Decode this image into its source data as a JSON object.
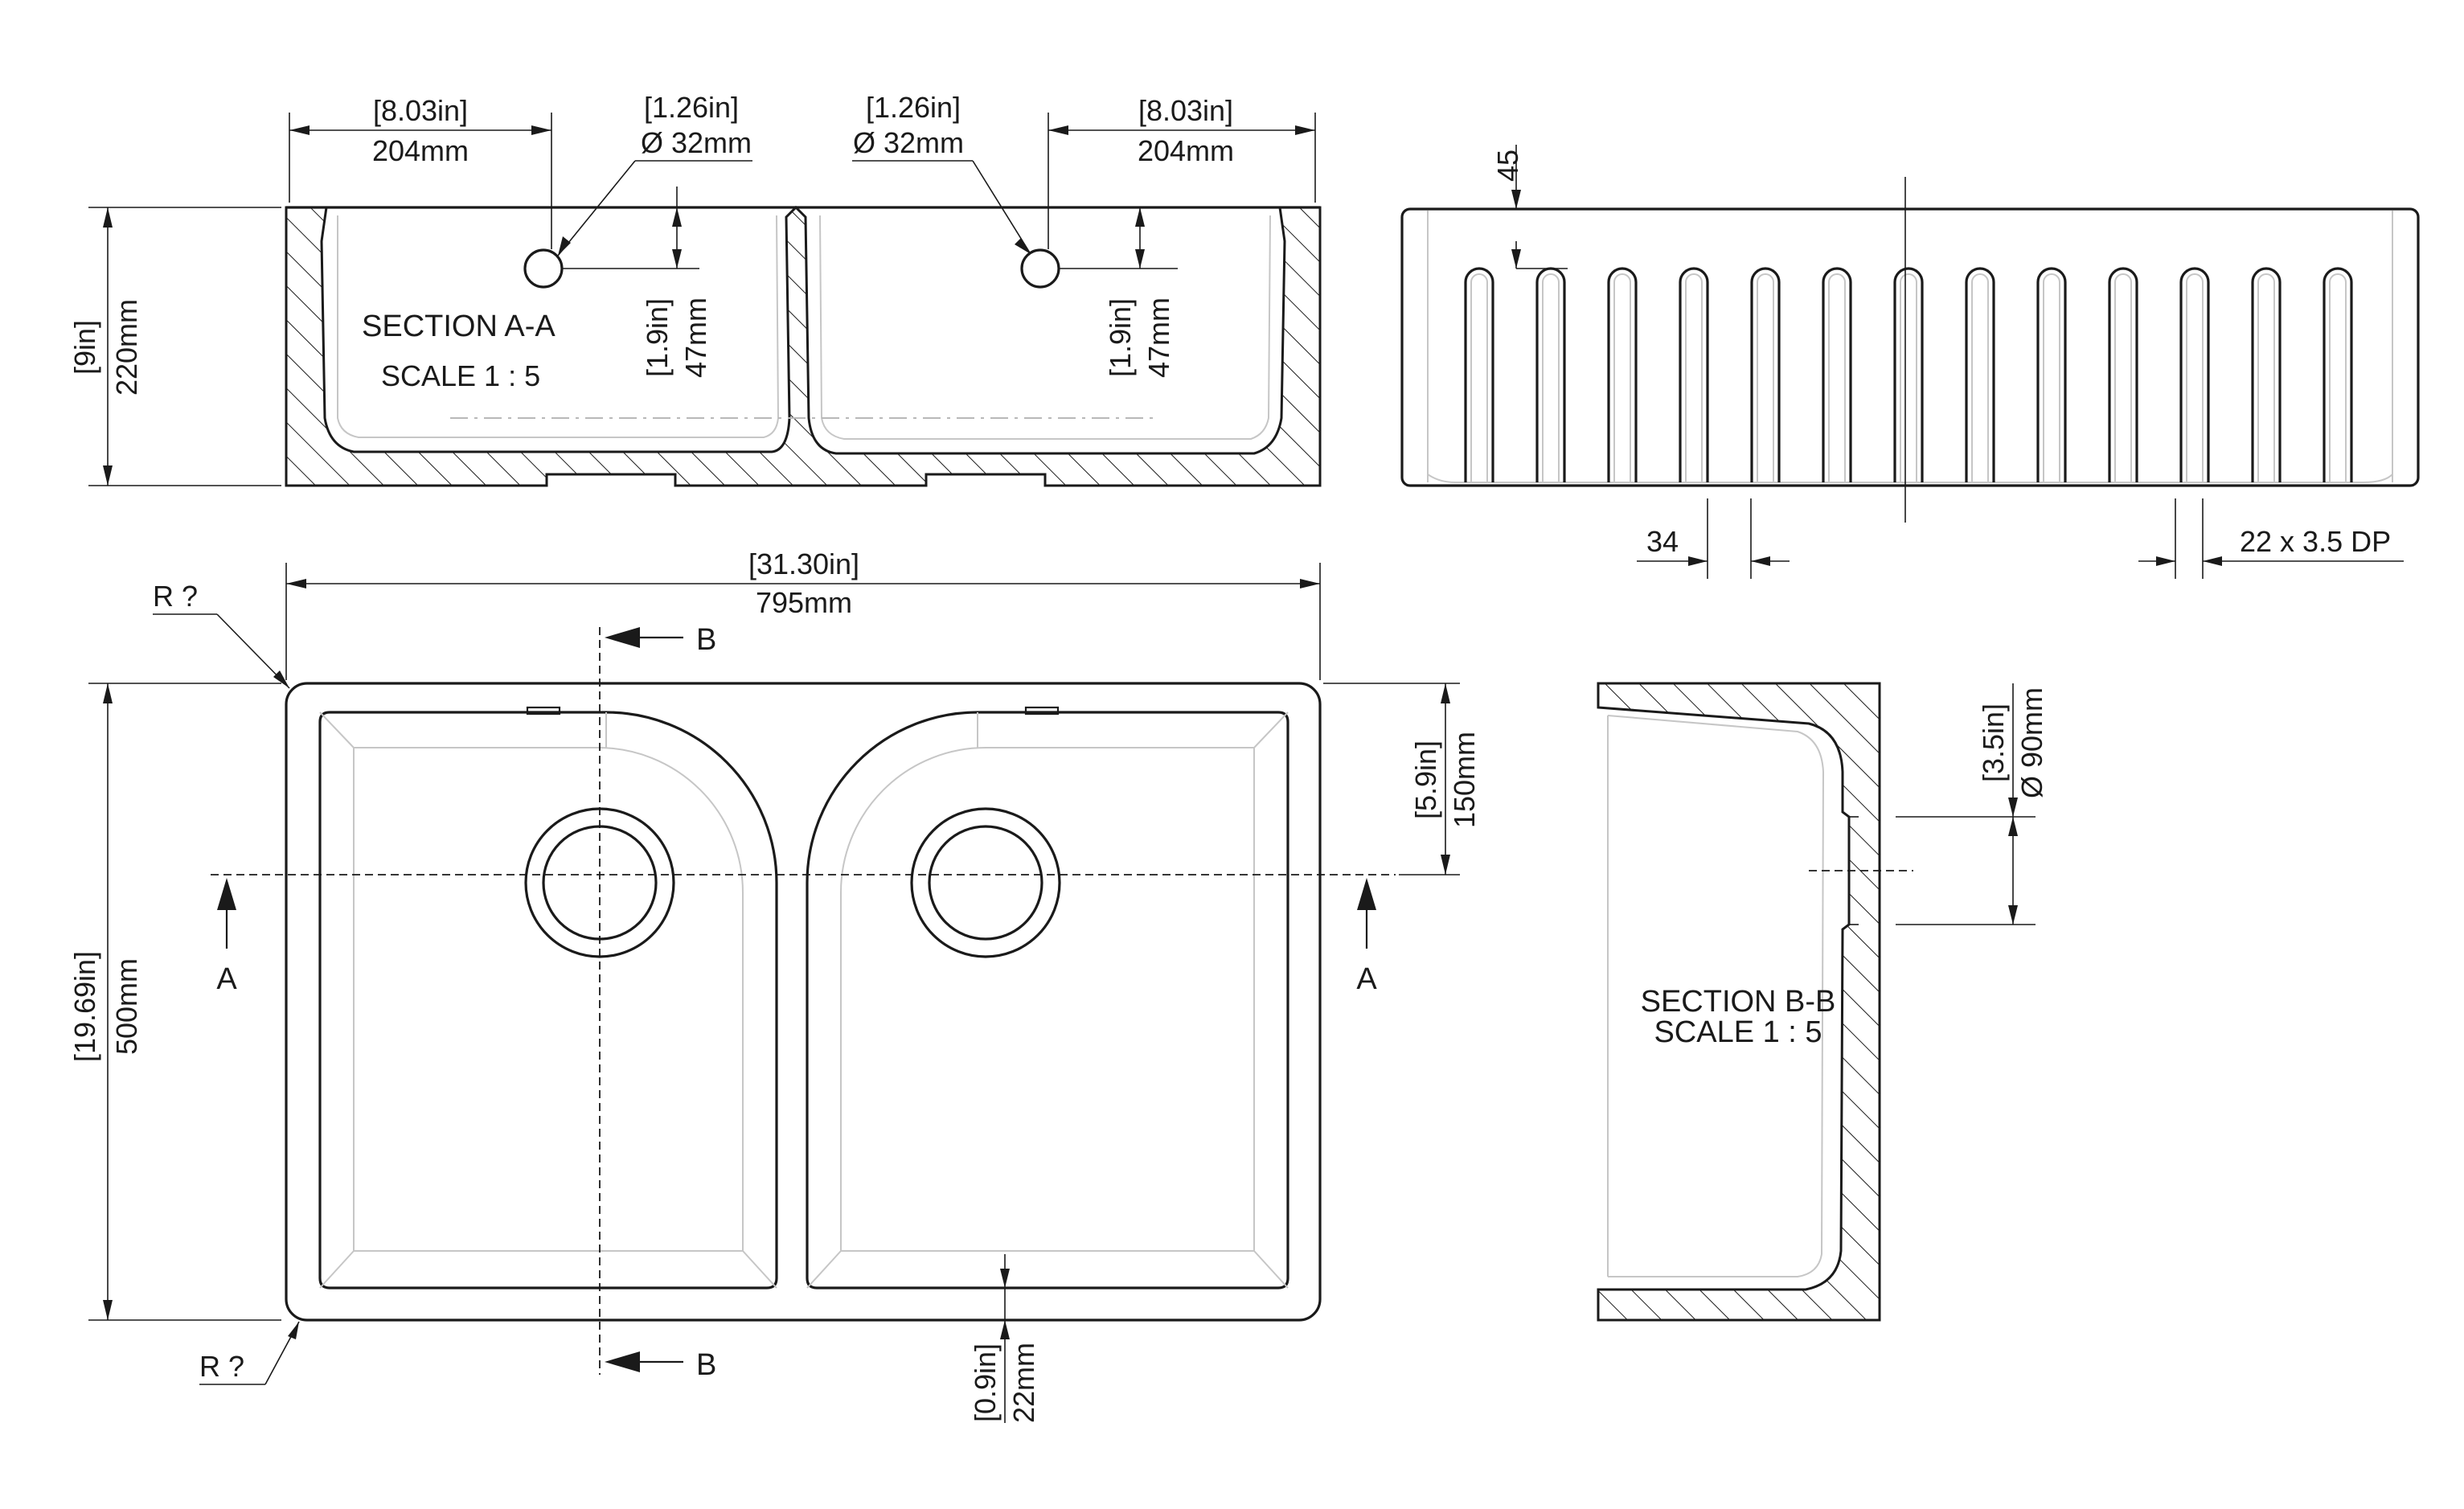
{
  "plan_view": {
    "overall_width": {
      "imperial": "[31.30in]",
      "metric": "795mm"
    },
    "overall_depth": {
      "imperial": "[19.69in]",
      "metric": "500mm"
    },
    "drain_offset": {
      "imperial": "[5.9in]",
      "metric": "150mm"
    },
    "bottom_wall": {
      "imperial": "[0.9in]",
      "metric": "22mm"
    },
    "corner_radius_top": "R ?",
    "corner_radius_bottom": "R ?",
    "section_a_marker": "A",
    "section_b_marker": "B"
  },
  "section_a": {
    "title": "SECTION A-A",
    "scale": "SCALE 1 : 5",
    "left_offset": {
      "imperial": "[8.03in]",
      "metric": "204mm"
    },
    "right_offset": {
      "imperial": "[8.03in]",
      "metric": "204mm"
    },
    "left_hole": {
      "imperial": "[1.26in]",
      "metric": "Ø 32mm"
    },
    "right_hole": {
      "imperial": "[1.26in]",
      "metric": "Ø 32mm"
    },
    "height": {
      "imperial": "[9in]",
      "metric": "220mm"
    },
    "left_hole_depth": {
      "imperial": "[1.9in]",
      "metric": "47mm"
    },
    "right_hole_depth": {
      "imperial": "[1.9in]",
      "metric": "47mm"
    }
  },
  "front_view": {
    "groove_top": "45",
    "groove_pitch": "34",
    "groove_spec": "22 x 3.5 DP",
    "groove_count": 13
  },
  "section_b": {
    "title": "SECTION B-B",
    "scale": "SCALE 1 : 5",
    "drain": {
      "imperial": "[3.5in]",
      "metric": "Ø 90mm"
    }
  }
}
